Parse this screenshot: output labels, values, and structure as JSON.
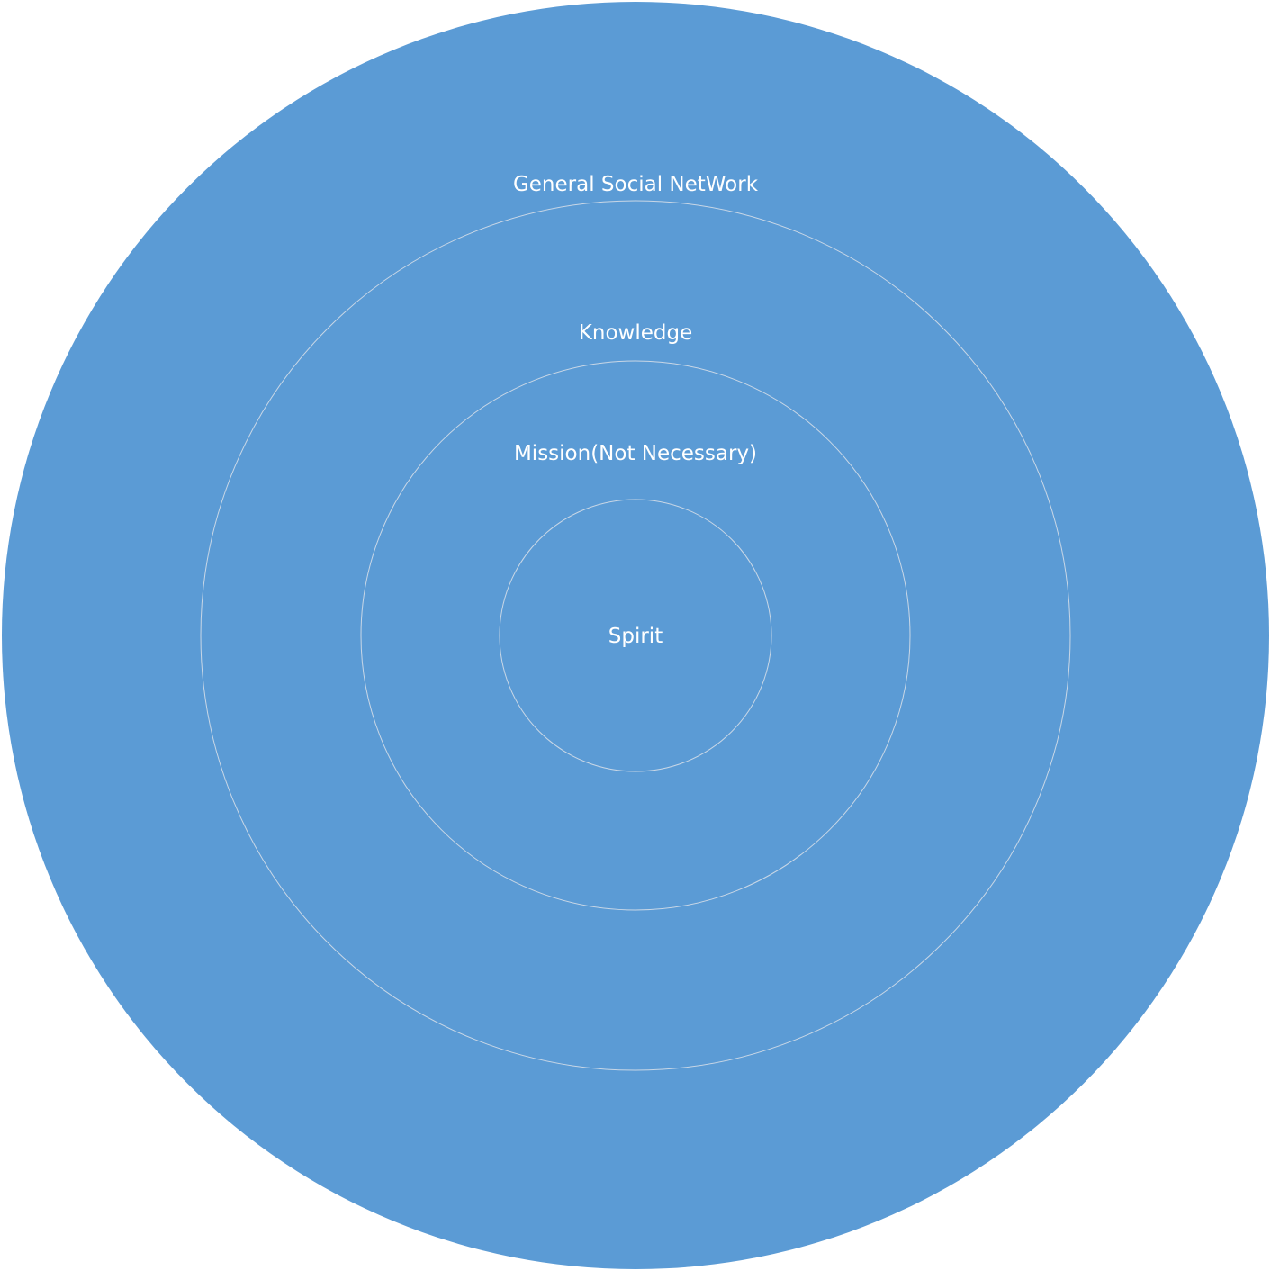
{
  "diagram": {
    "fill_color": "#5B9BD5",
    "ring_stroke_color": "#C9D7E6",
    "rings": [
      {
        "label": "General Social NetWork"
      },
      {
        "label": "Knowledge"
      },
      {
        "label": "Mission(Not Necessary)"
      },
      {
        "label": "Spirit"
      }
    ]
  }
}
